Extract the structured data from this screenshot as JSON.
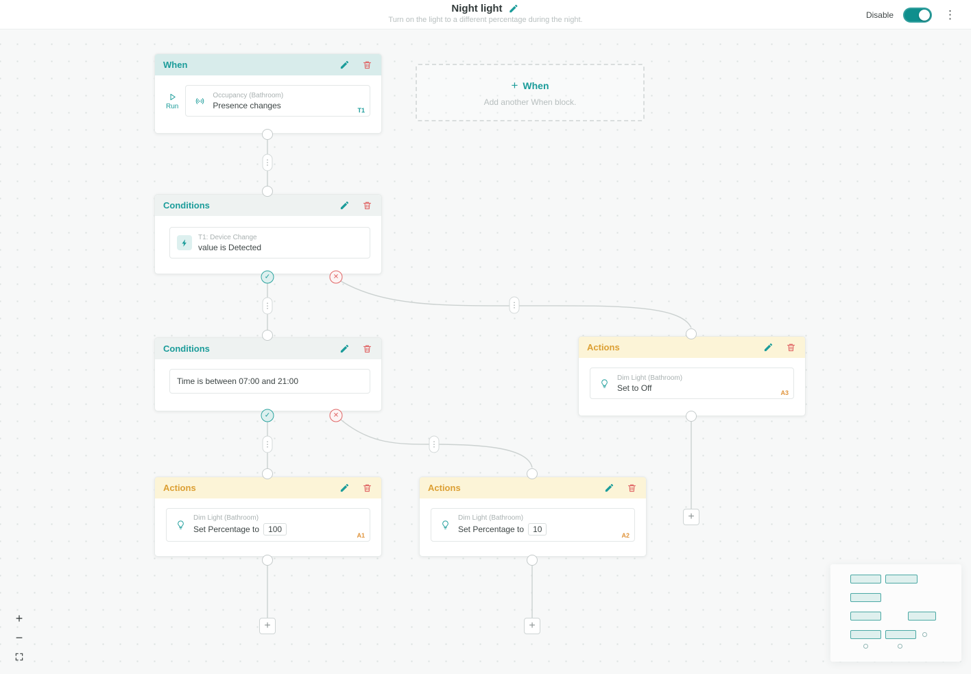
{
  "header": {
    "title": "Night light",
    "subtitle": "Turn on the light to a different percentage during the night.",
    "disable_label": "Disable"
  },
  "blocks": {
    "when": {
      "title": "When",
      "run_label": "Run",
      "card_device": "Occupancy (Bathroom)",
      "card_text": "Presence changes",
      "tag": "T1"
    },
    "add_when": {
      "label": "When",
      "hint": "Add another When block."
    },
    "conditions_device": {
      "title": "Conditions",
      "card_device": "T1: Device Change",
      "card_text": "value is Detected"
    },
    "conditions_time": {
      "title": "Conditions",
      "card_text": "Time is between 07:00 and 21:00"
    },
    "actions_a1": {
      "title": "Actions",
      "card_device": "Dim Light (Bathroom)",
      "card_text": "Set Percentage to",
      "value": "100",
      "tag": "A1"
    },
    "actions_a2": {
      "title": "Actions",
      "card_device": "Dim Light (Bathroom)",
      "card_text": "Set Percentage to",
      "value": "10",
      "tag": "A2"
    },
    "actions_a3": {
      "title": "Actions",
      "card_device": "Dim Light (Bathroom)",
      "card_text": "Set to Off",
      "tag": "A3"
    }
  },
  "icons": {
    "add": "+",
    "zoom_in": "+",
    "zoom_out": "−",
    "kebab_menu": "⋮",
    "node_menu": "⋮",
    "check": "✓",
    "cross": "✕"
  },
  "colors": {
    "accent_teal": "#1b9c9a",
    "actions_amber": "#dc9f33",
    "danger_red": "#e06565",
    "when_header_bg": "#d8eceb",
    "conditions_header_bg": "#eef2f1",
    "actions_header_bg": "#fcf4d7",
    "canvas_bg": "#f7f8f8"
  }
}
